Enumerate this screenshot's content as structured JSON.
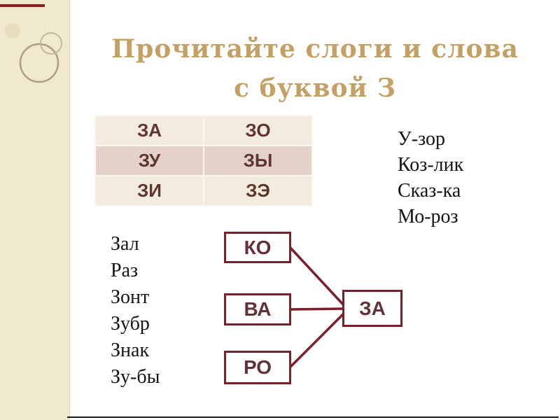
{
  "slide": {
    "title_line1": "Прочитайте слоги и слова",
    "title_line2": "с буквой З"
  },
  "syllable_table": {
    "rows": [
      [
        "ЗА",
        "ЗО"
      ],
      [
        "ЗУ",
        "ЗЫ"
      ],
      [
        "ЗИ",
        "ЗЭ"
      ]
    ]
  },
  "word_list_right": [
    "У-зор",
    "Коз-лик",
    "Сказ-ка",
    "Мо-роз"
  ],
  "word_list_left": [
    "Зал",
    "Раз",
    "Зонт",
    "Зубр",
    "Знак",
    "Зу-бы"
  ],
  "diagram": {
    "source_boxes": [
      "КО",
      "ВА",
      "РО"
    ],
    "target_box": "ЗА"
  },
  "colors": {
    "title": "#c3a063",
    "side_strip": "#f1e9cd",
    "table_row_light": "#f3ebdf",
    "table_row_dark": "#e3d1ca",
    "table_text": "#5f352e",
    "box_border": "#7b1e2b",
    "box_text": "#63313a",
    "accent_line": "#8c1d2a",
    "bottom_rule": "#1c1c1c"
  }
}
